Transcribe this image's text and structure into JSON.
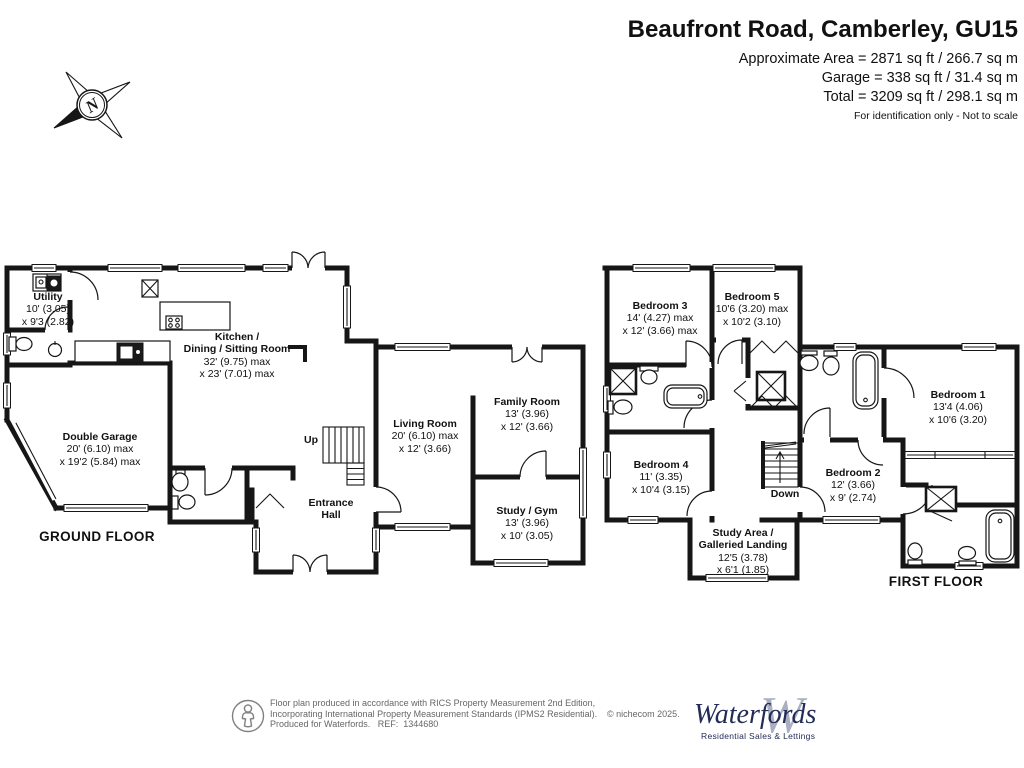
{
  "header": {
    "title": "Beaufront Road, Camberley, GU15",
    "area_lines": [
      "Approximate Area = 2871 sq ft / 266.7 sq m",
      "Garage = 338 sq ft / 31.4 sq m",
      "Total = 3209 sq ft / 298.1 sq m"
    ],
    "disclaimer": "For identification only - Not to scale"
  },
  "compass": {
    "north_label": "N"
  },
  "floors": {
    "ground": {
      "title": "GROUND FLOOR",
      "stairs_label": "Up",
      "rooms": {
        "utility": {
          "name_lines": [
            "Utility"
          ],
          "dim_lines": [
            "10' (3.05)",
            "x 9'3 (2.82)"
          ]
        },
        "kitchen": {
          "name_lines": [
            "Kitchen /",
            "Dining / Sitting Room"
          ],
          "dim_lines": [
            "32' (9.75) max",
            "x 23' (7.01) max"
          ]
        },
        "garage": {
          "name_lines": [
            "Double Garage"
          ],
          "dim_lines": [
            "20' (6.10) max",
            "x 19'2 (5.84) max"
          ]
        },
        "living": {
          "name_lines": [
            "Living Room"
          ],
          "dim_lines": [
            "20' (6.10) max",
            "x 12' (3.66)"
          ]
        },
        "family": {
          "name_lines": [
            "Family Room"
          ],
          "dim_lines": [
            "13' (3.96)",
            "x 12' (3.66)"
          ]
        },
        "study": {
          "name_lines": [
            "Study / Gym"
          ],
          "dim_lines": [
            "13' (3.96)",
            "x 10' (3.05)"
          ]
        },
        "hall": {
          "name_lines": [
            "Entrance",
            "Hall"
          ],
          "dim_lines": []
        }
      }
    },
    "first": {
      "title": "FIRST FLOOR",
      "stairs_label": "Down",
      "rooms": {
        "bedroom1": {
          "name_lines": [
            "Bedroom 1"
          ],
          "dim_lines": [
            "13'4 (4.06)",
            "x 10'6 (3.20)"
          ]
        },
        "bedroom2": {
          "name_lines": [
            "Bedroom 2"
          ],
          "dim_lines": [
            "12' (3.66)",
            "x 9' (2.74)"
          ]
        },
        "bedroom3": {
          "name_lines": [
            "Bedroom 3"
          ],
          "dim_lines": [
            "14' (4.27) max",
            "x 12' (3.66) max"
          ]
        },
        "bedroom4": {
          "name_lines": [
            "Bedroom 4"
          ],
          "dim_lines": [
            "11' (3.35)",
            "x 10'4 (3.15)"
          ]
        },
        "bedroom5": {
          "name_lines": [
            "Bedroom 5"
          ],
          "dim_lines": [
            "10'6 (3.20) max",
            "x 10'2 (3.10)"
          ]
        },
        "study_area": {
          "name_lines": [
            "Study Area /",
            "Galleried Landing"
          ],
          "dim_lines": [
            "12'5 (3.78)",
            "x 6'1 (1.85)"
          ]
        }
      }
    }
  },
  "footer": {
    "disclaimer_lines": [
      "Floor plan produced in accordance with RICS Property Measurement 2nd Edition,",
      "Incorporating International Property Measurement Standards (IPMS2 Residential).",
      "Produced for Waterfords.   REF:  1344680"
    ],
    "copyright": "© nichecom 2025.",
    "logo": {
      "monogram": "W",
      "name": "Waterfords",
      "tagline": "Residential Sales & Lettings"
    }
  },
  "colors": {
    "wall": "#161616",
    "logo_navy": "#232c56",
    "logo_gray": "#aab0c2",
    "footer_text": "#666666"
  }
}
